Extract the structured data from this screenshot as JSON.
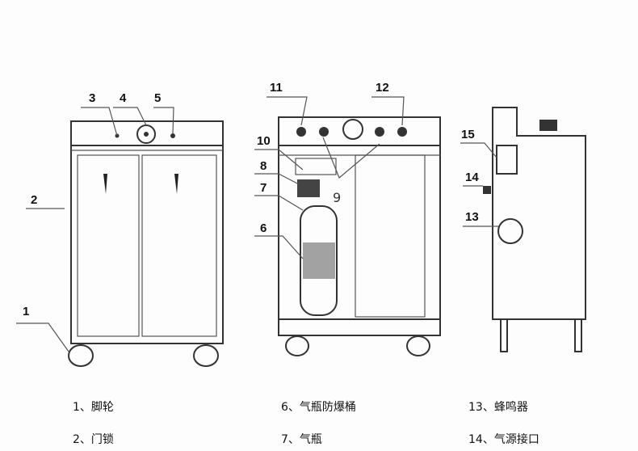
{
  "callouts": [
    "1",
    "2",
    "3",
    "4",
    "5",
    "6",
    "7",
    "8",
    "10",
    "11",
    "12",
    "13",
    "14",
    "15"
  ],
  "legend": [
    {
      "num": "1",
      "text": "1、脚轮"
    },
    {
      "num": "2",
      "text": "2、门锁"
    },
    {
      "num": "6",
      "text": "6、气瓶防爆桶"
    },
    {
      "num": "7",
      "text": "7、气瓶"
    },
    {
      "num": "13",
      "text": "13、蜂鸣器"
    },
    {
      "num": "14",
      "text": "14、气源接口"
    }
  ],
  "handwritten_mark": "9"
}
